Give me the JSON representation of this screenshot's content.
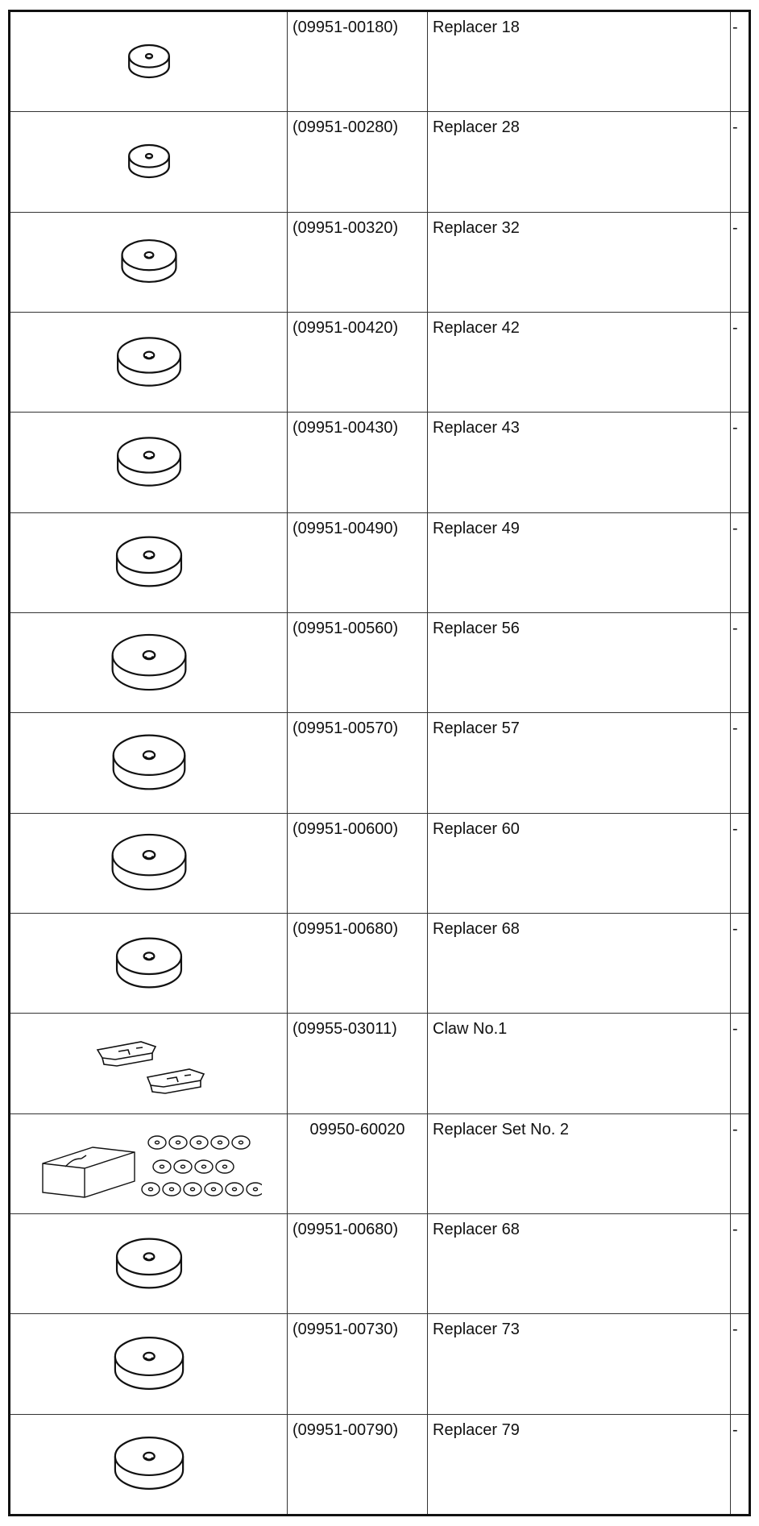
{
  "rows": [
    {
      "part_no": "(09951-00180)",
      "name": "Replacer 18",
      "qty": "-",
      "icon": "replacer-icon",
      "size": 0.46
    },
    {
      "part_no": "(09951-00280)",
      "name": "Replacer 28",
      "qty": "-",
      "icon": "replacer-icon",
      "size": 0.46
    },
    {
      "part_no": "(09951-00320)",
      "name": "Replacer 32",
      "qty": "-",
      "icon": "replacer-icon",
      "size": 0.62
    },
    {
      "part_no": "(09951-00420)",
      "name": "Replacer 42",
      "qty": "-",
      "icon": "replacer-icon",
      "size": 0.72
    },
    {
      "part_no": "(09951-00430)",
      "name": "Replacer 43",
      "qty": "-",
      "icon": "replacer-icon",
      "size": 0.72
    },
    {
      "part_no": "(09951-00490)",
      "name": "Replacer 49",
      "qty": "-",
      "icon": "replacer-icon",
      "size": 0.74
    },
    {
      "part_no": "(09951-00560)",
      "name": "Replacer 56",
      "qty": "-",
      "icon": "replacer-icon",
      "size": 0.84
    },
    {
      "part_no": "(09951-00570)",
      "name": "Replacer 57",
      "qty": "-",
      "icon": "replacer-icon",
      "size": 0.82
    },
    {
      "part_no": "(09951-00600)",
      "name": "Replacer 60",
      "qty": "-",
      "icon": "replacer-icon",
      "size": 0.84
    },
    {
      "part_no": "(09951-00680)",
      "name": "Replacer 68",
      "qty": "-",
      "icon": "replacer-icon",
      "size": 0.74
    },
    {
      "part_no": "(09955-03011)",
      "name": "Claw No.1",
      "qty": "-",
      "icon": "claw-icon",
      "size": 1
    },
    {
      "part_no": "09950-60020",
      "name": "Replacer Set No. 2",
      "qty": "-",
      "icon": "replacer-set-icon",
      "size": 1
    },
    {
      "part_no": "(09951-00680)",
      "name": "Replacer 68",
      "qty": "-",
      "icon": "replacer-icon",
      "size": 0.74
    },
    {
      "part_no": "(09951-00730)",
      "name": "Replacer 73",
      "qty": "-",
      "icon": "replacer-icon",
      "size": 0.78
    },
    {
      "part_no": "(09951-00790)",
      "name": "Replacer 79",
      "qty": "-",
      "icon": "replacer-icon",
      "size": 0.78
    }
  ]
}
